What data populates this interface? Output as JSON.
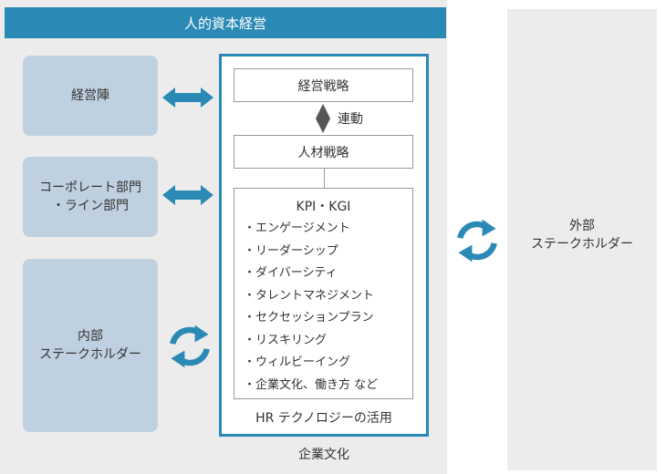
{
  "colors": {
    "accent": "#2a8ab5",
    "panel": "#ececec",
    "box": "#bfd0e0",
    "link": "#555555"
  },
  "header": {
    "title": "人的資本経営"
  },
  "left_boxes": {
    "management": "経営陣",
    "corporate": "コーポレート部門\n・ライン部門",
    "internal": "内部\nステークホルダー"
  },
  "center": {
    "strategy": "経営戦略",
    "link_label": "連動",
    "hr_strategy": "人材戦略",
    "kpi_title": "KPI・KGI",
    "kpi_items": [
      "・エンゲージメント",
      "・リーダーシップ",
      "・ダイバーシティ",
      "・タレントマネジメント",
      "・セクセッションプラン",
      "・リスキリング",
      "・ウィルビーイング",
      "・企業文化、働き方 など"
    ],
    "hr_tech": "HR テクノロジーの活用"
  },
  "footer": {
    "culture": "企業文化"
  },
  "right": {
    "external": "外部\nステークホルダー"
  },
  "icons": [
    "double-arrow-icon",
    "double-arrow-icon",
    "cycle-arrows-icon",
    "cycle-arrows-icon",
    "diamond-icon"
  ]
}
